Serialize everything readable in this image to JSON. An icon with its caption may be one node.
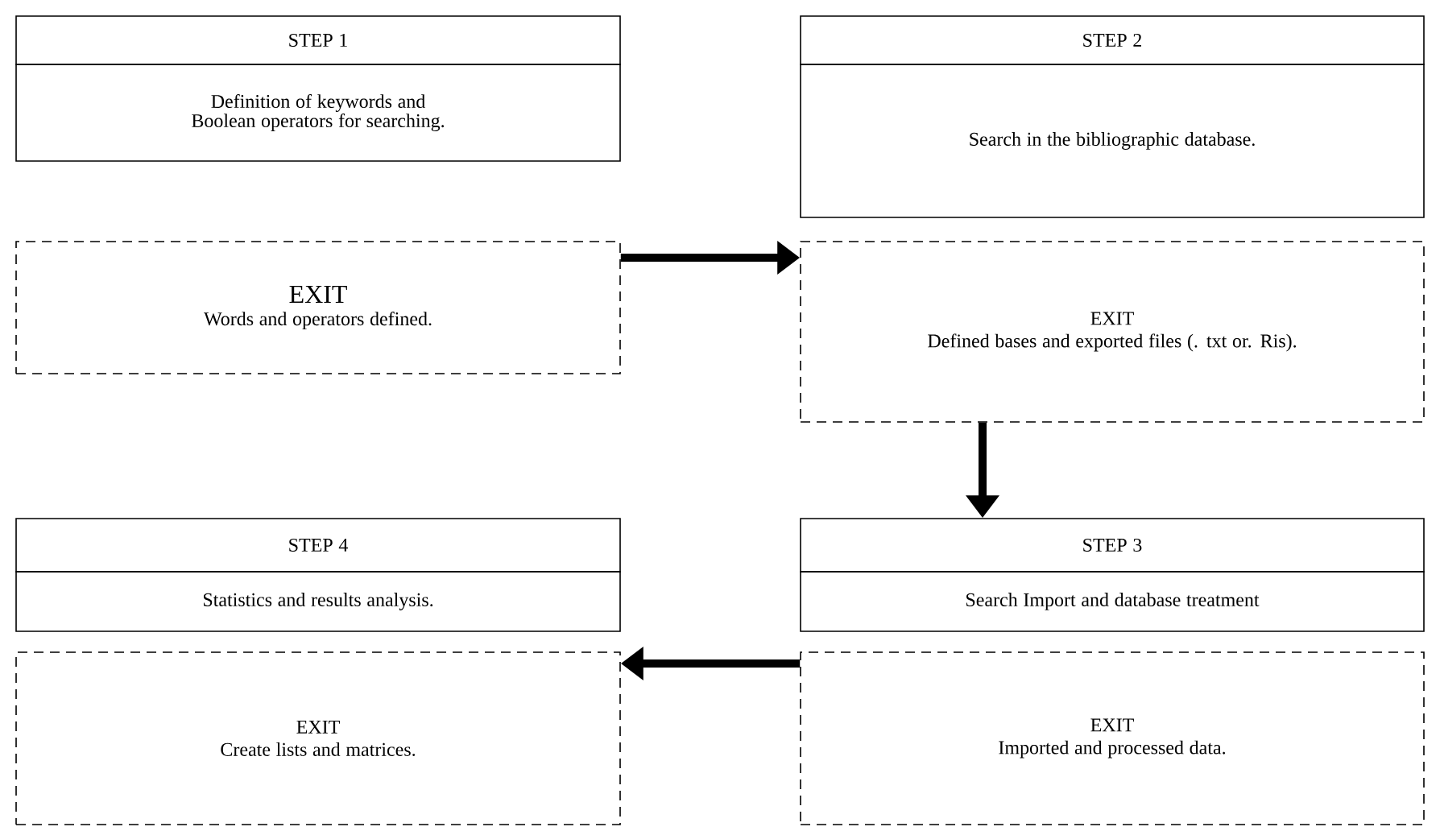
{
  "diagram": {
    "nodes": [
      {
        "text": [
          "STEP 1"
        ]
      },
      {
        "text": [
          "Definition of keywords and Boolean operators for searching."
        ]
      },
      {
        "text": [
          "EXIT",
          "Words and operators defined."
        ]
      },
      {
        "text": [
          "STEP 2"
        ]
      },
      {
        "text": [
          "Search in the bibliographic database."
        ]
      },
      {
        "text": [
          "EXIT",
          "Defined bases and exported files (. txt or. Ris)."
        ]
      },
      {
        "text": [
          "STEP 4"
        ]
      },
      {
        "text": [
          "Statistics and results analysis."
        ]
      },
      {
        "text": [
          "EXIT",
          "Create lists and matrices."
        ]
      },
      {
        "text": [
          "STEP 3"
        ]
      },
      {
        "text": [
          "Search Import and database treatment"
        ]
      },
      {
        "text": [
          "EXIT",
          "Imported and processed data."
        ]
      }
    ],
    "edges": [
      {
        "from": 2,
        "to": 5,
        "arrow": "to"
      },
      {
        "from": 5,
        "to": 9,
        "arrow": "to"
      },
      {
        "from": 11,
        "to": 8,
        "arrow": "to"
      }
    ]
  }
}
